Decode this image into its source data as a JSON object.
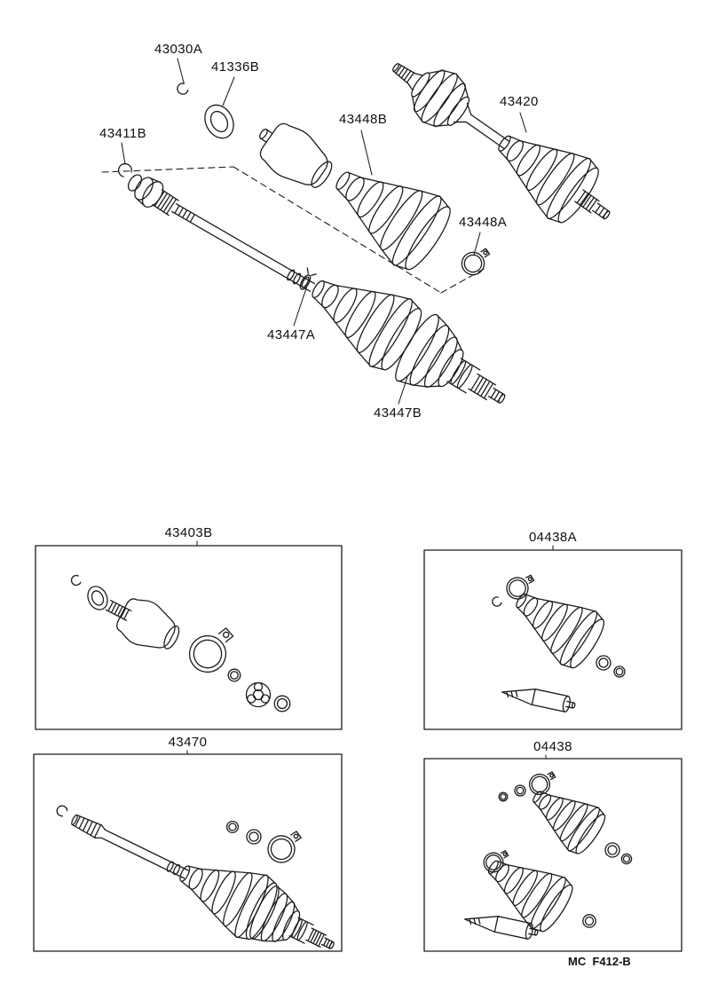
{
  "diagram": {
    "background": "#ffffff",
    "line_color": "#1c1c1c",
    "callouts": [
      {
        "part": "43030A",
        "text": "43030A"
      },
      {
        "part": "41336B",
        "text": "41336B"
      },
      {
        "part": "43411B",
        "text": "43411B"
      },
      {
        "part": "43448B",
        "text": "43448B"
      },
      {
        "part": "43420",
        "text": "43420"
      },
      {
        "part": "43448A",
        "text": "43448A"
      },
      {
        "part": "43447A",
        "text": "43447A"
      },
      {
        "part": "43447B",
        "text": "43447B"
      }
    ],
    "kits": [
      {
        "label": "43403B"
      },
      {
        "label": "04438A"
      },
      {
        "label": "43470"
      },
      {
        "label": "04438"
      }
    ],
    "footer_code": "MC  F412-B"
  }
}
